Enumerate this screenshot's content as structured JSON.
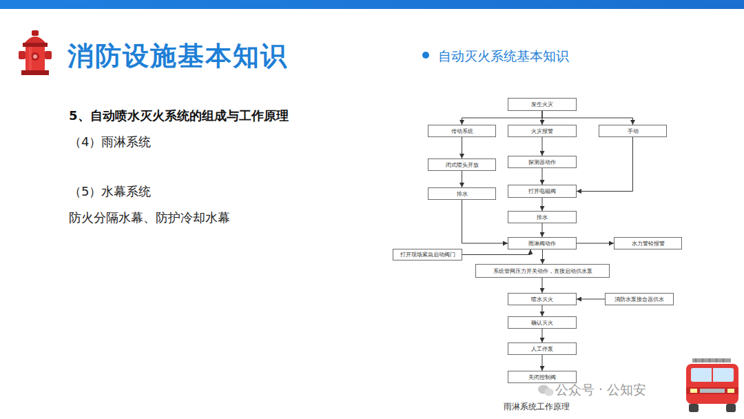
{
  "diagram": {
    "title": "消防设施基本知识",
    "caption": "雨淋系统工作原理",
    "nodes": [
      {
        "text": [
          "发生火灾"
        ]
      },
      {
        "text": [
          "传动系统"
        ]
      },
      {
        "text": [
          "火灾报警"
        ]
      },
      {
        "text": [
          "手动"
        ]
      },
      {
        "text": [
          "闭式喷头开放"
        ]
      },
      {
        "text": [
          "探测器动作"
        ]
      },
      {
        "text": [
          "排水"
        ]
      },
      {
        "text": [
          "打开电磁阀"
        ]
      },
      {
        "text": [
          "排水"
        ]
      },
      {
        "text": [
          "雨淋阀动作"
        ]
      },
      {
        "text": [
          "水力警铃报警"
        ]
      },
      {
        "text": [
          "打开现场紧急启动阀门"
        ]
      },
      {
        "text": [
          "系统管网压力开关动作，直接启动供水泵"
        ]
      },
      {
        "text": [
          "喷水灭火"
        ]
      },
      {
        "text": [
          "消防水泵接合器供水"
        ]
      },
      {
        "text": [
          "确认灭火"
        ]
      },
      {
        "text": [
          "人工停泵"
        ]
      },
      {
        "text": [
          "关闭控制阀"
        ]
      }
    ],
    "edges": [
      {
        "from": 0,
        "to": 1,
        "arrow": "to"
      },
      {
        "from": 0,
        "to": 2,
        "arrow": "to"
      },
      {
        "from": 0,
        "to": 3,
        "arrow": "to"
      },
      {
        "from": 1,
        "to": 4,
        "arrow": "to"
      },
      {
        "from": 4,
        "to": 6,
        "arrow": "to"
      },
      {
        "from": 6,
        "to": 9,
        "arrow": "to"
      },
      {
        "from": 2,
        "to": 5,
        "arrow": "to"
      },
      {
        "from": 5,
        "to": 7,
        "arrow": "to"
      },
      {
        "from": 3,
        "to": 7,
        "arrow": "to"
      },
      {
        "from": 7,
        "to": 8,
        "arrow": "to"
      },
      {
        "from": 8,
        "to": 9,
        "arrow": "to"
      },
      {
        "from": 9,
        "to": 10,
        "arrow": "to"
      },
      {
        "from": 11,
        "to": 9,
        "arrow": "to"
      },
      {
        "from": 9,
        "to": 12,
        "arrow": "to"
      },
      {
        "from": 12,
        "to": 13,
        "arrow": "to"
      },
      {
        "from": 14,
        "to": 13,
        "arrow": "to"
      },
      {
        "from": 13,
        "to": 15,
        "arrow": "to"
      },
      {
        "from": 15,
        "to": 16,
        "arrow": "to"
      },
      {
        "from": 16,
        "to": 17,
        "arrow": "to"
      }
    ],
    "labels": [
      "自动灭火系统基本知识",
      "5、自动喷水灭火系统的组成与工作原理",
      "（4）雨淋系统",
      "（5）水幕系统",
      "防火分隔水幕、防护冷却水幕",
      "公众号 · 公知安"
    ]
  }
}
